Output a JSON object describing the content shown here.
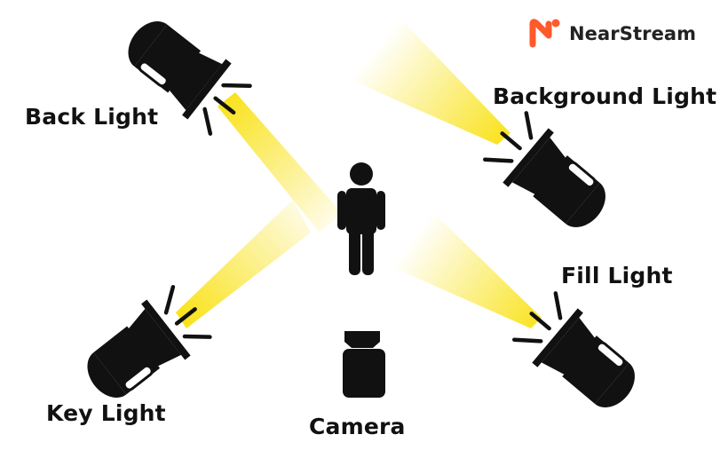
{
  "brand": {
    "name": "NearStream",
    "logo_color": "#FF5A2C"
  },
  "labels": {
    "back_light": "Back Light",
    "background_light": "Background Light",
    "fill_light": "Fill Light",
    "key_light": "Key Light",
    "camera": "Camera"
  },
  "colors": {
    "beam": "#F9E21A",
    "ink": "#111111"
  },
  "icons": {
    "lights": "spotlight-icon",
    "subject": "person-icon",
    "camera": "camera-icon"
  }
}
